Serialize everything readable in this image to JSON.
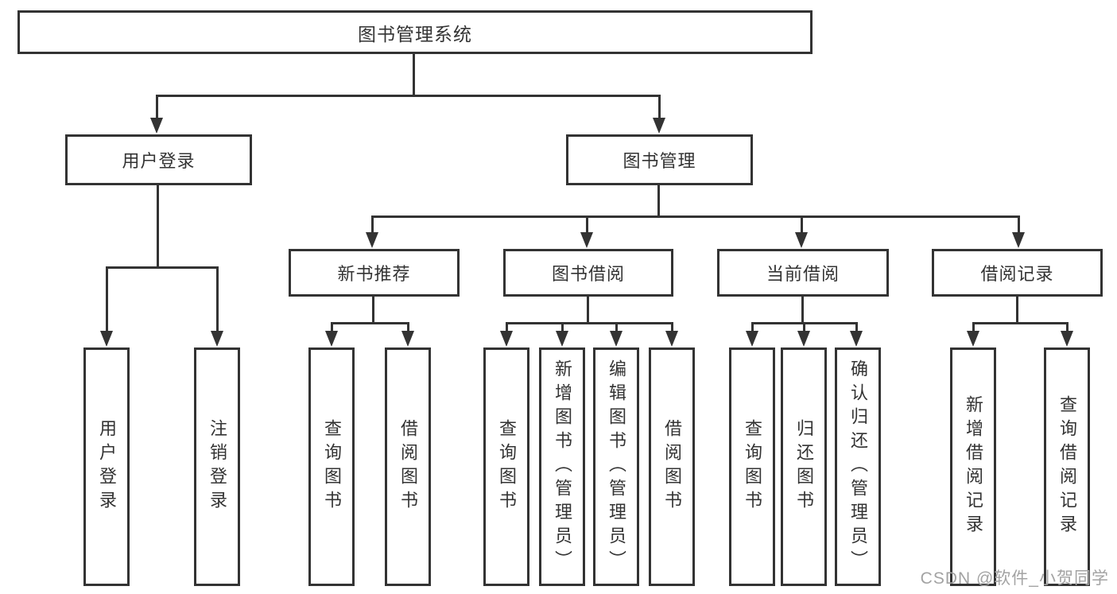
{
  "diagram": {
    "type": "tree-diagram",
    "colors": {
      "line": "#333333",
      "text": "#333333",
      "background": "#ffffff",
      "watermark": "#a3a3a3"
    },
    "watermark": {
      "text": "CSDN @软件_小贺同学"
    },
    "nodes": {
      "root": {
        "label": "图书管理系统"
      },
      "user_login": {
        "label": "用户登录"
      },
      "book_management": {
        "label": "图书管理"
      },
      "new_book_recommend": {
        "label": "新书推荐"
      },
      "book_borrowing": {
        "label": "图书借阅"
      },
      "current_borrowing": {
        "label": "当前借阅"
      },
      "borrowing_records": {
        "label": "借阅记录"
      },
      "leaf_user_login": {
        "label": "用户登录"
      },
      "leaf_logout": {
        "label": "注销登录"
      },
      "leaf_nbr_query": {
        "label": "查询图书"
      },
      "leaf_nbr_borrow": {
        "label": "借阅图书"
      },
      "leaf_bb_query": {
        "label": "查询图书"
      },
      "leaf_bb_add": {
        "label": "新增图书（管理员）"
      },
      "leaf_bb_edit": {
        "label": "编辑图书（管理员）"
      },
      "leaf_bb_borrow": {
        "label": "借阅图书"
      },
      "leaf_cb_query": {
        "label": "查询图书"
      },
      "leaf_cb_return": {
        "label": "归还图书"
      },
      "leaf_cb_confirm": {
        "label": "确认归还（管理员）"
      },
      "leaf_br_add": {
        "label": "新增借阅记录"
      },
      "leaf_br_query": {
        "label": "查询借阅记录"
      }
    },
    "hierarchy": {
      "label": "图书管理系统",
      "children": [
        {
          "label": "用户登录",
          "children": [
            {
              "label": "用户登录"
            },
            {
              "label": "注销登录"
            }
          ]
        },
        {
          "label": "图书管理",
          "children": [
            {
              "label": "新书推荐",
              "children": [
                {
                  "label": "查询图书"
                },
                {
                  "label": "借阅图书"
                }
              ]
            },
            {
              "label": "图书借阅",
              "children": [
                {
                  "label": "查询图书"
                },
                {
                  "label": "新增图书（管理员）"
                },
                {
                  "label": "编辑图书（管理员）"
                },
                {
                  "label": "借阅图书"
                }
              ]
            },
            {
              "label": "当前借阅",
              "children": [
                {
                  "label": "查询图书"
                },
                {
                  "label": "归还图书"
                },
                {
                  "label": "确认归还（管理员）"
                }
              ]
            },
            {
              "label": "借阅记录",
              "children": [
                {
                  "label": "新增借阅记录"
                },
                {
                  "label": "查询借阅记录"
                }
              ]
            }
          ]
        }
      ]
    }
  }
}
